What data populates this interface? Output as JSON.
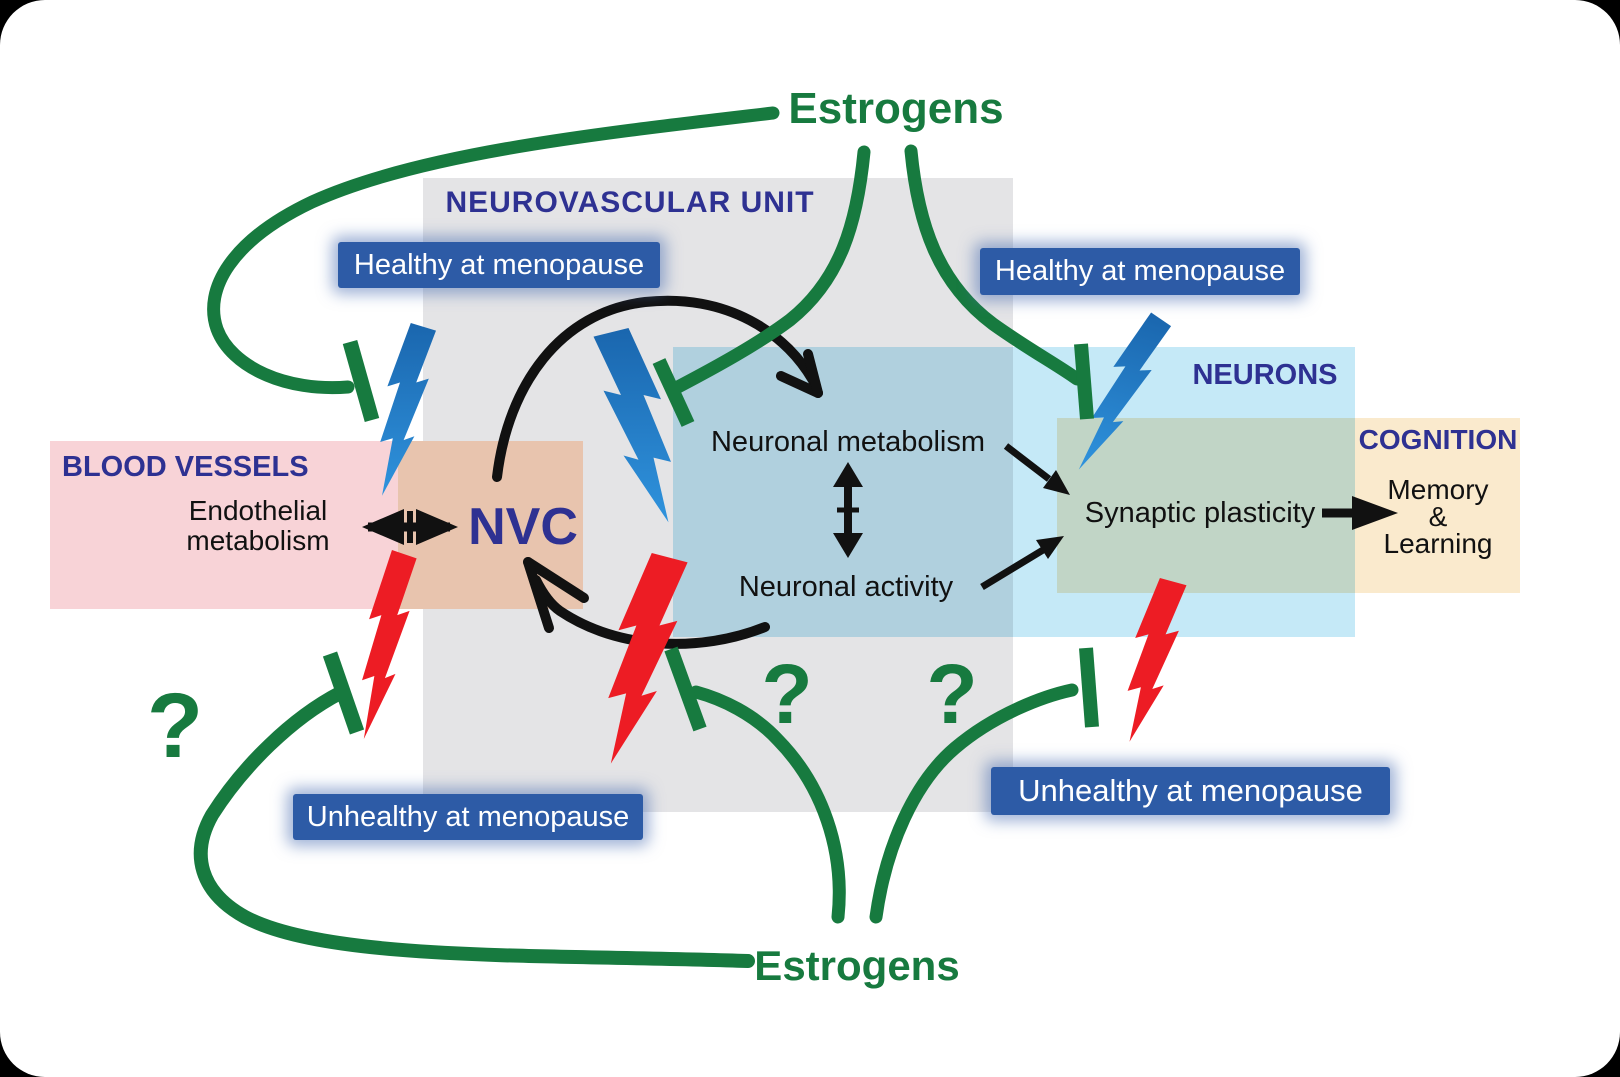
{
  "titles": {
    "estrogens_top": "Estrogens",
    "estrogens_bottom": "Estrogens"
  },
  "regions": {
    "neurovascular_unit": "NEUROVASCULAR UNIT",
    "blood_vessels": "BLOOD VESSELS",
    "neurons": "NEURONS",
    "cognition": "COGNITION"
  },
  "nodes": {
    "endothelial_line1": "Endothelial",
    "endothelial_line2": "metabolism",
    "nvc": "NVC",
    "neuronal_metabolism": "Neuronal metabolism",
    "neuronal_activity": "Neuronal activity",
    "synaptic_plasticity": "Synaptic plasticity",
    "memory_line1": "Memory",
    "memory_line2": "&",
    "memory_line3": "Learning"
  },
  "badges": {
    "healthy_left": "Healthy at menopause",
    "healthy_right": "Healthy at menopause",
    "unhealthy_left": "Unhealthy at menopause",
    "unhealthy_right": "Unhealthy at menopause"
  },
  "annotations": {
    "question_left": "?",
    "question_center_left": "?",
    "question_center_right": "?"
  },
  "colors": {
    "estrogen_green": "#177a3f",
    "heading_blue": "#2e3192",
    "badge_blue": "#2d5ba6",
    "bolt_red": "#ed1c24",
    "bolt_blue_top": "#1a66ae",
    "bolt_blue_bottom": "#2f93dd",
    "box_gray": "#e4e4e6",
    "box_pink": "#f8d3d7",
    "box_tan": "#e8c4ae",
    "box_cyan": "#c5e9f7",
    "box_cream": "#faeacd"
  }
}
